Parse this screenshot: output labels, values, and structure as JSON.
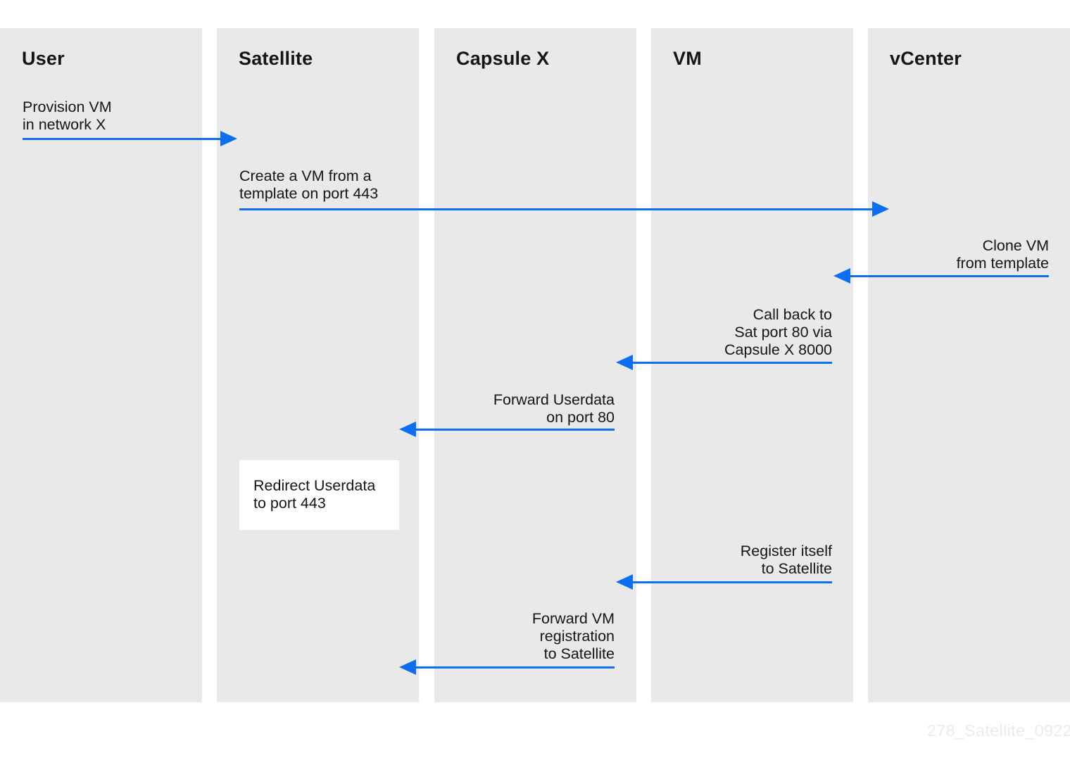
{
  "diagram": {
    "columns": [
      {
        "label": "User"
      },
      {
        "label": "Satellite"
      },
      {
        "label": "Capsule X"
      },
      {
        "label": "VM"
      },
      {
        "label": "vCenter"
      }
    ],
    "messages": [
      {
        "label": "Provision VM\nin network X",
        "from": "User",
        "to": "Satellite",
        "direction": "right"
      },
      {
        "label": "Create a VM from a\ntemplate on port 443",
        "from": "Satellite",
        "to": "vCenter",
        "direction": "right"
      },
      {
        "label": "Clone VM\nfrom template",
        "from": "vCenter",
        "to": "VM",
        "direction": "left"
      },
      {
        "label": "Call back to\nSat port 80 via\nCapsule X 8000",
        "from": "VM",
        "to": "Capsule X",
        "direction": "left"
      },
      {
        "label": "Forward Userdata\non port 80",
        "from": "Capsule X",
        "to": "Satellite",
        "direction": "left"
      },
      {
        "label": "Register itself\nto Satellite",
        "from": "VM",
        "to": "Capsule X",
        "direction": "left"
      },
      {
        "label": "Forward VM\nregistration\nto Satellite",
        "from": "Capsule X",
        "to": "Satellite",
        "direction": "left"
      }
    ],
    "note": {
      "label": "Redirect Userdata\nto port 443",
      "column": "Satellite"
    },
    "watermark": "278_Satellite_0922",
    "colors": {
      "arrow_blue": "#0d6ef0",
      "lane_bg": "#e9e9e9",
      "text": "#151515",
      "note_bg": "#ffffff",
      "watermark": "#ecebeb"
    }
  }
}
